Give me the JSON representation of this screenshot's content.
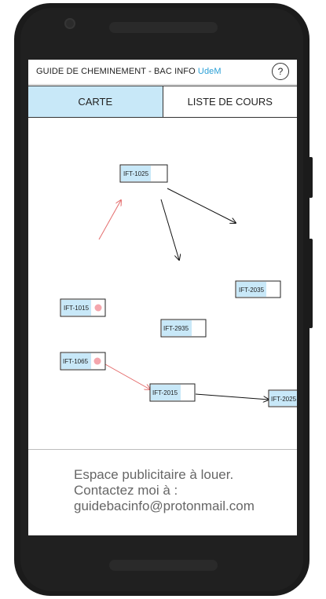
{
  "app": {
    "title_prefix": "GUIDE DE CHEMINEMENT - BAC INFO ",
    "title_brand": "UdeM",
    "help_label": "?"
  },
  "tabs": [
    {
      "label": "CARTE",
      "active": true
    },
    {
      "label": "LISTE DE COURS",
      "active": false
    }
  ],
  "map": {
    "courses": [
      "IFT-1025",
      "IFT-1015",
      "IFT-2035",
      "IFT-2935",
      "IFT-1065",
      "IFT-2015",
      "IFT-2025"
    ],
    "links": [
      {
        "from": "IFT-1015",
        "to": "IFT-1025",
        "kind": "prerequisite"
      },
      {
        "from": "IFT-1025",
        "to": "IFT-2035",
        "kind": "normal"
      },
      {
        "from": "IFT-1025",
        "to": "IFT-2935",
        "kind": "normal"
      },
      {
        "from": "IFT-1065",
        "to": "IFT-2015",
        "kind": "prerequisite"
      },
      {
        "from": "IFT-2015",
        "to": "IFT-2025",
        "kind": "normal"
      }
    ],
    "colors": {
      "node_fill": "#c8e8f8",
      "red_link": "#e46b6b",
      "dot": "#f4a6ad"
    }
  },
  "ad": {
    "line1": "Espace publicitaire à louer.",
    "line2": "Contactez moi à :",
    "line3": "guidebacinfo@protonmail.com"
  }
}
